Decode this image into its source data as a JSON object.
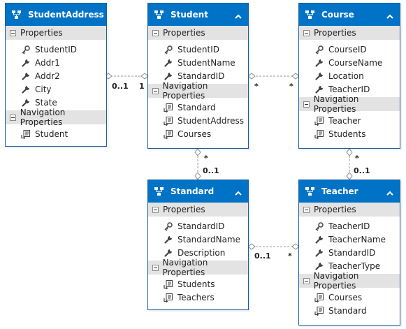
{
  "entities": {
    "student_address": {
      "title": "StudentAddress",
      "properties_label": "Properties",
      "properties": [
        "StudentID",
        "Addr1",
        "Addr2",
        "City",
        "State"
      ],
      "navigation_label": "Navigation Properties",
      "navigation": [
        "Student"
      ]
    },
    "student": {
      "title": "Student",
      "properties_label": "Properties",
      "properties": [
        "StudentID",
        "StudentName",
        "StandardID"
      ],
      "navigation_label": "Navigation Properties",
      "navigation": [
        "Standard",
        "StudentAddress",
        "Courses"
      ]
    },
    "course": {
      "title": "Course",
      "properties_label": "Properties",
      "properties": [
        "CourseID",
        "CourseName",
        "Location",
        "TeacherID"
      ],
      "navigation_label": "Navigation Properties",
      "navigation": [
        "Teacher",
        "Students"
      ]
    },
    "standard": {
      "title": "Standard",
      "properties_label": "Properties",
      "properties": [
        "StandardID",
        "StandardName",
        "Description"
      ],
      "navigation_label": "Navigation Properties",
      "navigation": [
        "Students",
        "Teachers"
      ]
    },
    "teacher": {
      "title": "Teacher",
      "properties_label": "Properties",
      "properties": [
        "TeacherID",
        "TeacherName",
        "StandardID",
        "TeacherType"
      ],
      "navigation_label": "Navigation Properties",
      "navigation": [
        "Courses",
        "Standard"
      ]
    }
  },
  "multiplicities": {
    "address_side": "0..1",
    "student_side_address": "1",
    "student_side_course": "*",
    "course_side_student": "*",
    "student_side_standard": "*",
    "standard_side_student": "0..1",
    "course_side_teacher": "*",
    "teacher_side_course": "0..1",
    "standard_side_teacher": "0..1",
    "teacher_side_standard": "*"
  },
  "colors": {
    "header": "#0173c7",
    "section": "#e3e3e3",
    "border": "#1b5e9e",
    "connector": "#9a9a9a"
  },
  "icons": {
    "entity": "entity-icon",
    "key": "key-icon",
    "property": "wrench-icon",
    "navigation": "navigation-icon",
    "collapse": "chevron-up-icon"
  }
}
